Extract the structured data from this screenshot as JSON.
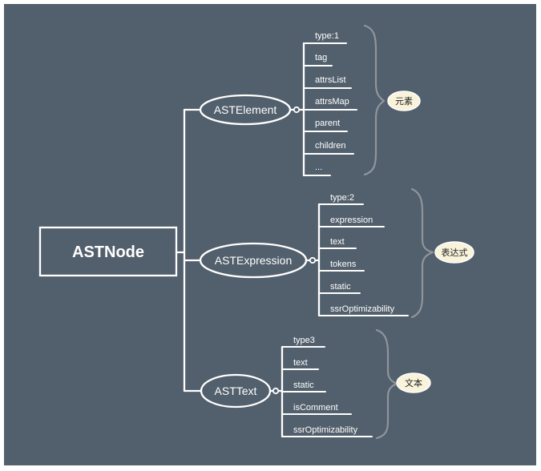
{
  "diagram": {
    "root": {
      "label": "ASTNode"
    },
    "nodes": [
      {
        "label": "ASTElement",
        "children": [
          "type:1",
          "tag",
          "attrsList",
          "attrsMap",
          "parent",
          "children",
          "..."
        ],
        "note": "元素"
      },
      {
        "label": "ASTExpression",
        "children": [
          "type:2",
          "expression",
          "text",
          "tokens",
          "static",
          "ssrOptimizability"
        ],
        "note": "表达式"
      },
      {
        "label": "ASTText",
        "children": [
          "type3",
          "text",
          "static",
          "isComment",
          "ssrOptimizability"
        ],
        "note": "文本"
      }
    ]
  },
  "colors": {
    "background": "#525f6c",
    "line": "#ffffff",
    "brace": "#8f959d",
    "note_fill": "#f8f3da"
  }
}
